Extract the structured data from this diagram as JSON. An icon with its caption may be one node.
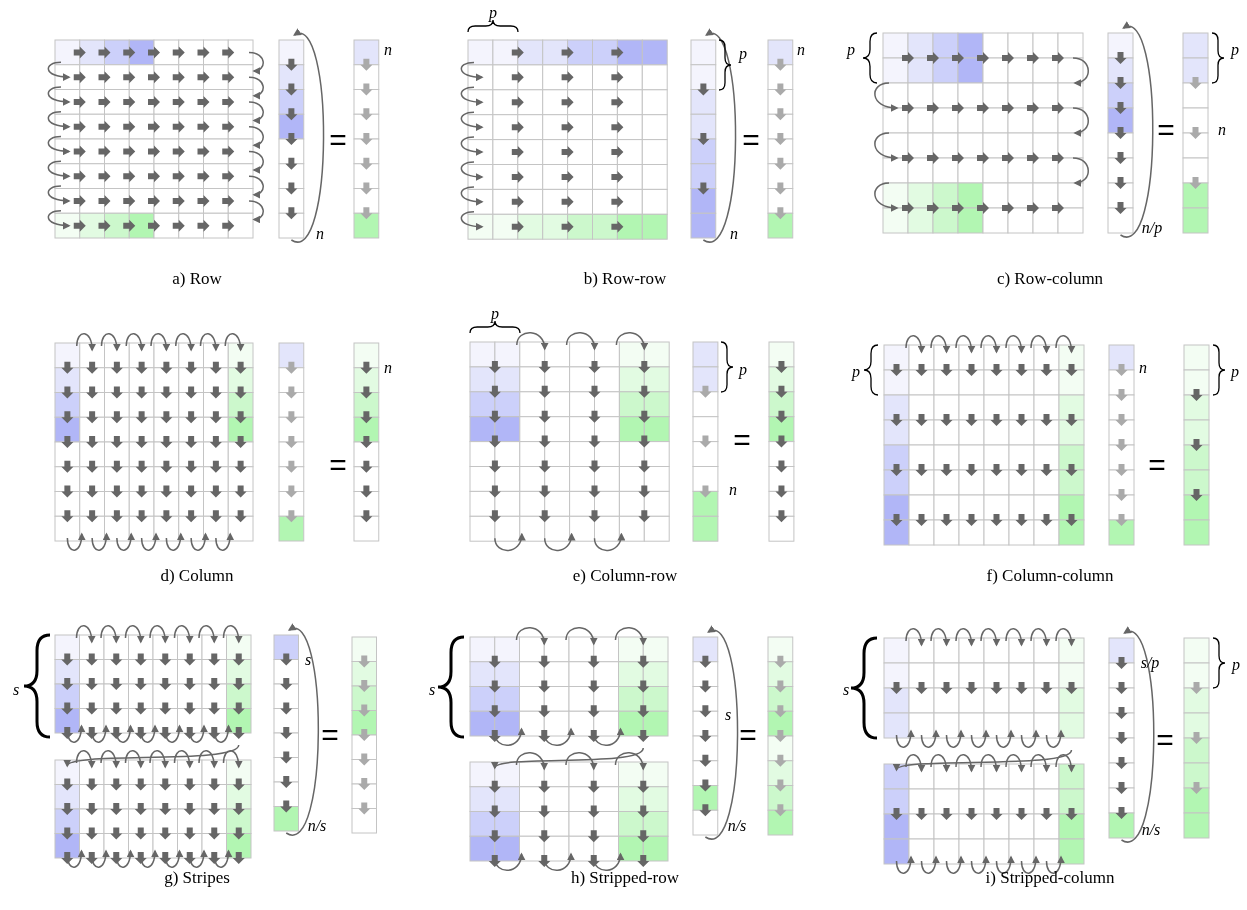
{
  "diagram": {
    "labels": [
      "n",
      "=",
      "n",
      "a) Row",
      "p",
      "p",
      "n",
      "=",
      "n",
      "b) Row-row",
      "p",
      "p",
      "n",
      "=",
      "n/p",
      "c) Row-column",
      "n",
      "=",
      "d) Column",
      "p",
      "p",
      "=",
      "n",
      "e) Column-row",
      "p",
      "n",
      "p",
      "=",
      "f) Column-column",
      "s",
      "s",
      "=",
      "n/s",
      "g) Stripes",
      "s",
      "s",
      "=",
      "n/s",
      "h) Stripped-row",
      "s",
      "s/p",
      "p",
      "=",
      "n/s",
      "i) Stripped-column"
    ]
  }
}
